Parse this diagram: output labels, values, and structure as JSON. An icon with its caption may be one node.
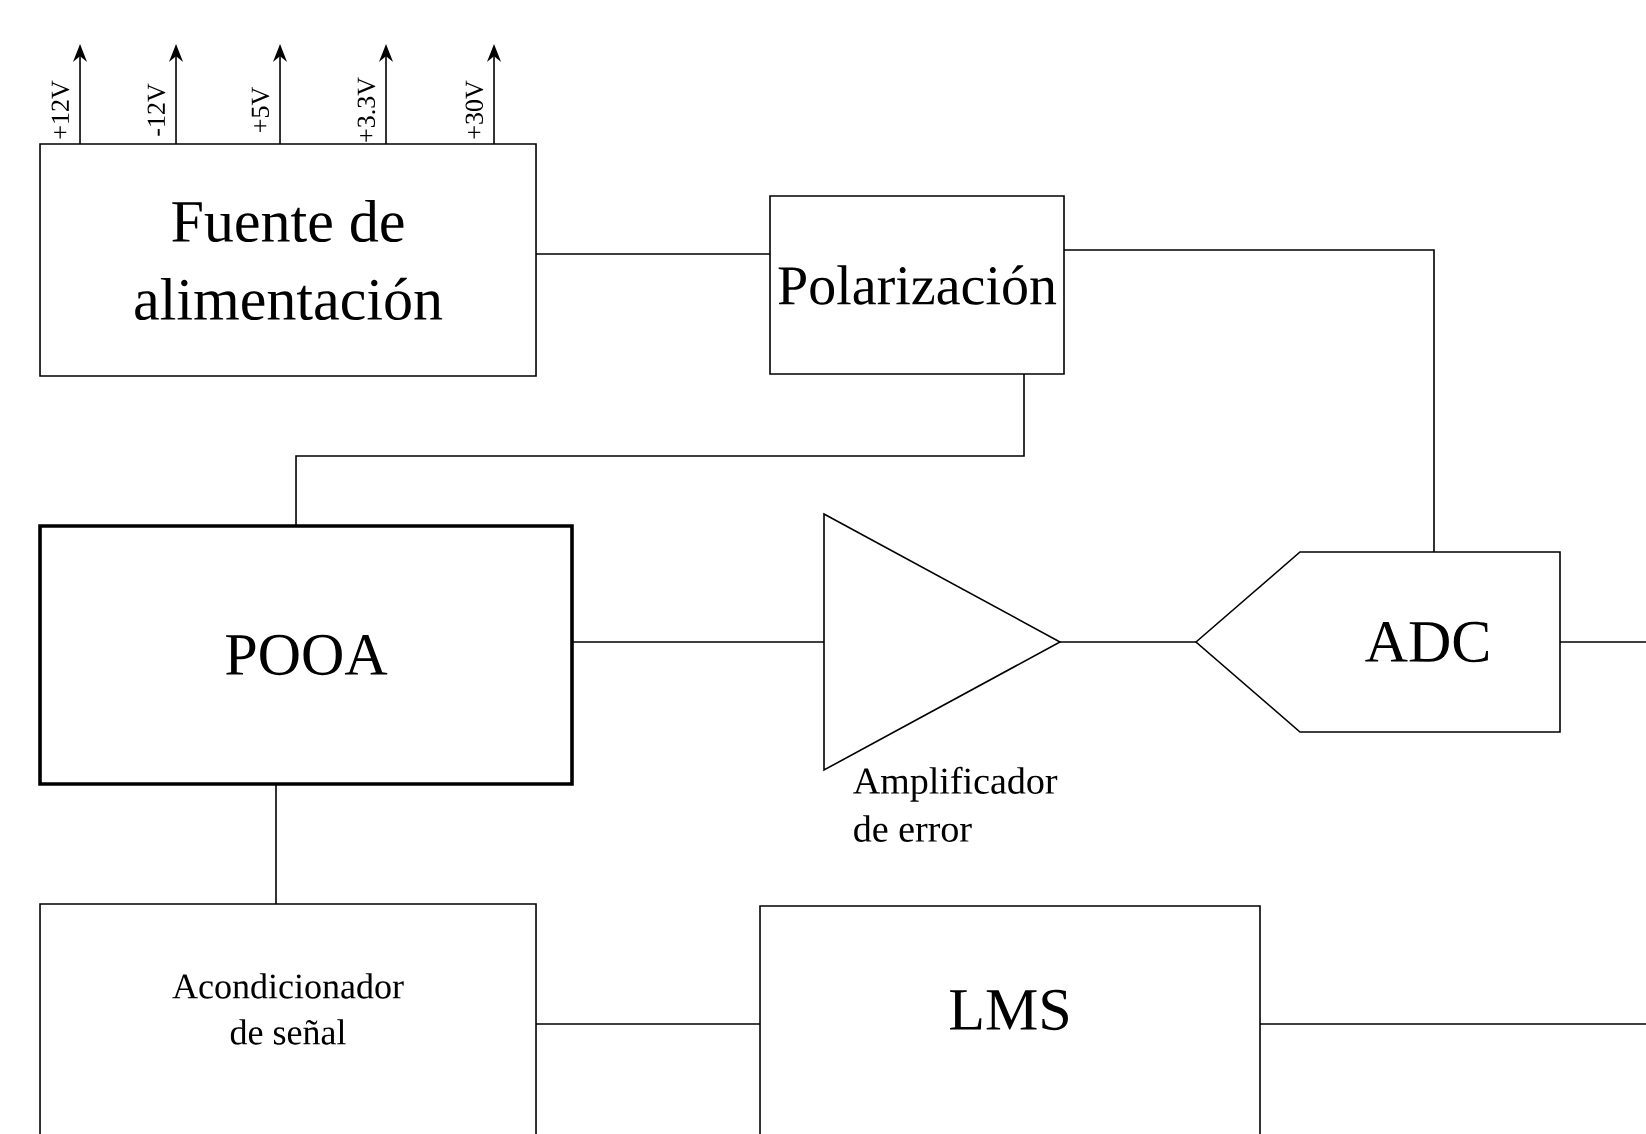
{
  "diagram": {
    "nodes": [
      {
        "text": [
          "Fuente de alimentación"
        ]
      },
      {
        "text": [
          "Polarización"
        ]
      },
      {
        "text": [
          "POOA"
        ]
      },
      {
        "text": [],
        "shape": "triangle",
        "beside": [
          "Amplificador de error"
        ]
      },
      {
        "text": [
          "ADC"
        ]
      },
      {
        "text": [
          "Acondicionador de señal"
        ]
      },
      {
        "text": [
          "LMS"
        ]
      }
    ],
    "edges": [
      {
        "from": 0,
        "to": null,
        "arrow": "to",
        "label": "+12V"
      },
      {
        "from": 0,
        "to": null,
        "arrow": "to",
        "label": "-12V"
      },
      {
        "from": 0,
        "to": null,
        "arrow": "to",
        "label": "+5V"
      },
      {
        "from": 0,
        "to": null,
        "arrow": "to",
        "label": "+3.3V"
      },
      {
        "from": 0,
        "to": null,
        "arrow": "to",
        "label": "+30V"
      },
      {
        "from": 0,
        "to": 1,
        "arrow": "none"
      },
      {
        "from": 1,
        "to": 2,
        "arrow": "none"
      },
      {
        "from": 1,
        "to": 4,
        "arrow": "none"
      },
      {
        "from": 2,
        "to": 3,
        "arrow": "none"
      },
      {
        "from": 3,
        "to": 4,
        "arrow": "none"
      },
      {
        "from": 4,
        "to": null,
        "arrow": "none"
      },
      {
        "from": 2,
        "to": 5,
        "arrow": "none"
      },
      {
        "from": 5,
        "to": 6,
        "arrow": "none"
      },
      {
        "from": 6,
        "to": null,
        "arrow": "none"
      }
    ]
  }
}
